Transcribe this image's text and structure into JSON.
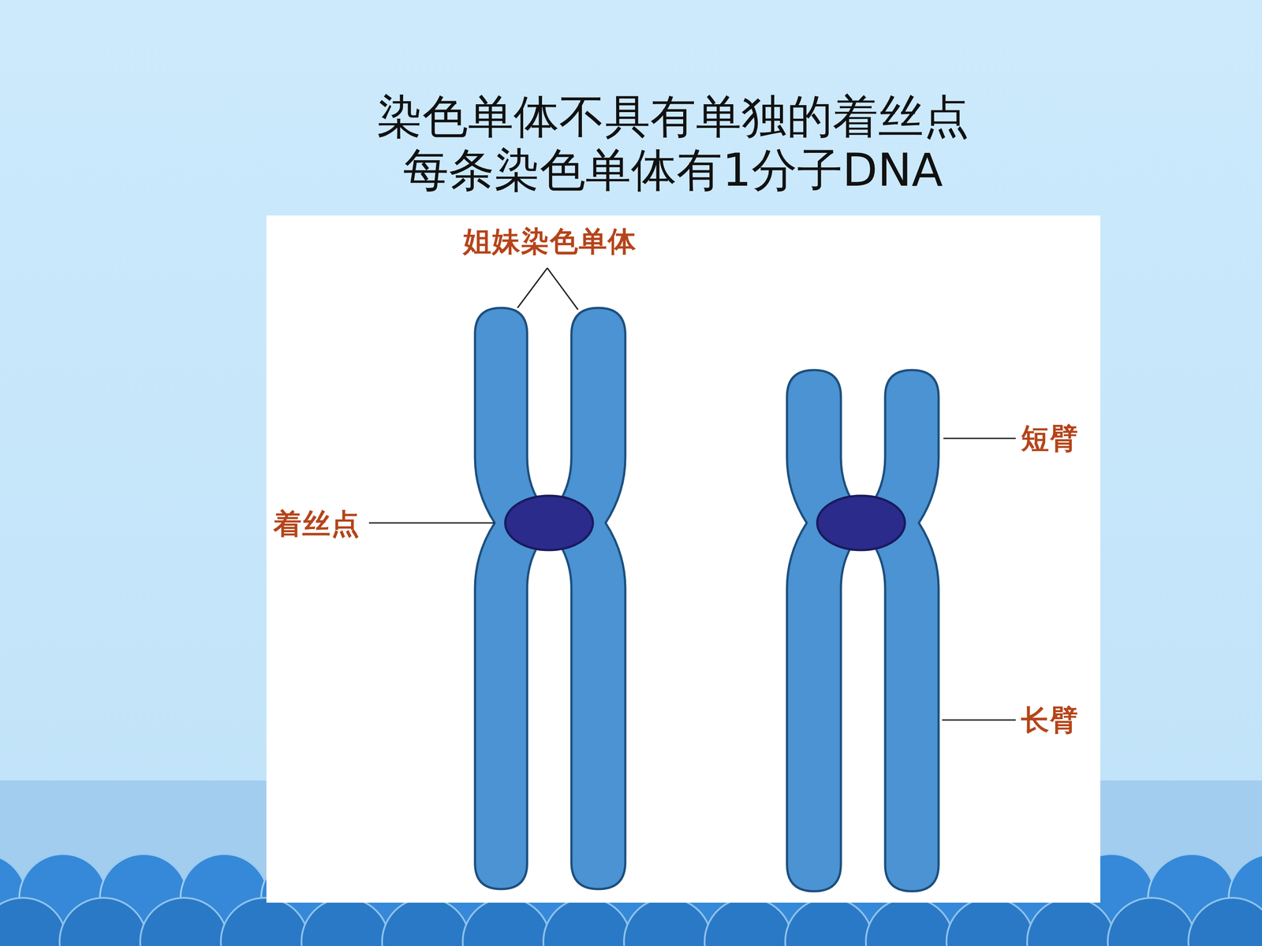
{
  "diagram": {
    "title": "染色单体不具有单独的着丝点 每条染色单体有1分子DNA",
    "labels": [
      "姐妹染色单体",
      "着丝点",
      "短臂",
      "长臂"
    ]
  }
}
